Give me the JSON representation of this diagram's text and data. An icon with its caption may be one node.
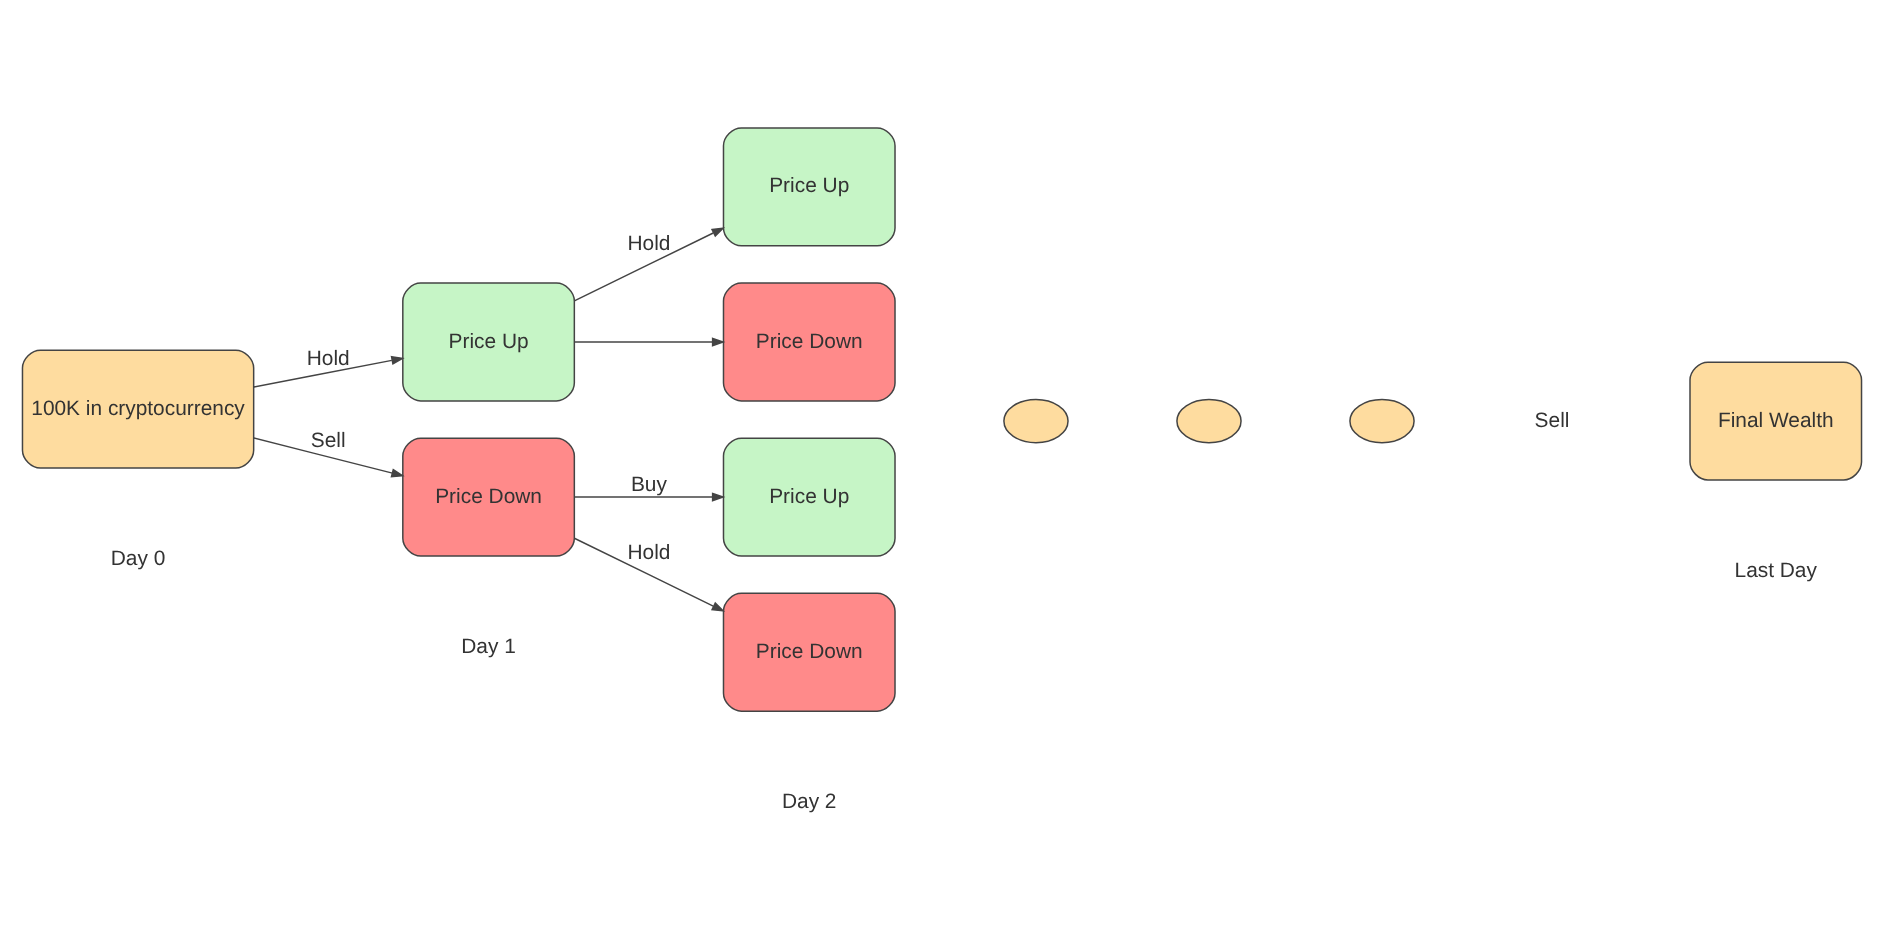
{
  "diagram": {
    "nodes": [
      {
        "text": [
          "100K in cryptocurrency"
        ]
      },
      {
        "text": [
          "Price Up"
        ]
      },
      {
        "text": [
          "Price Down"
        ]
      },
      {
        "text": [
          "Price Up"
        ]
      },
      {
        "text": [
          "Price Down"
        ]
      },
      {
        "text": [
          "Price Up"
        ]
      },
      {
        "text": [
          "Price Down"
        ]
      },
      {
        "text": [],
        "shape": "ellipse"
      },
      {
        "text": [],
        "shape": "ellipse"
      },
      {
        "text": [],
        "shape": "ellipse"
      },
      {
        "text": [
          "Final Wealth"
        ]
      }
    ],
    "edges": [
      {
        "from": 0,
        "to": 1,
        "arrow": "to",
        "label": "Hold"
      },
      {
        "from": 0,
        "to": 2,
        "arrow": "to",
        "label": "Sell"
      },
      {
        "from": 1,
        "to": 3,
        "arrow": "to",
        "label": "Hold"
      },
      {
        "from": 1,
        "to": 4,
        "arrow": "to"
      },
      {
        "from": 2,
        "to": 5,
        "arrow": "to",
        "label": "Buy"
      },
      {
        "from": 2,
        "to": 6,
        "arrow": "to",
        "label": "Hold"
      }
    ],
    "labels": [
      "Sell",
      "Day 0",
      "Day 1",
      "Day 2",
      "Last Day"
    ]
  }
}
